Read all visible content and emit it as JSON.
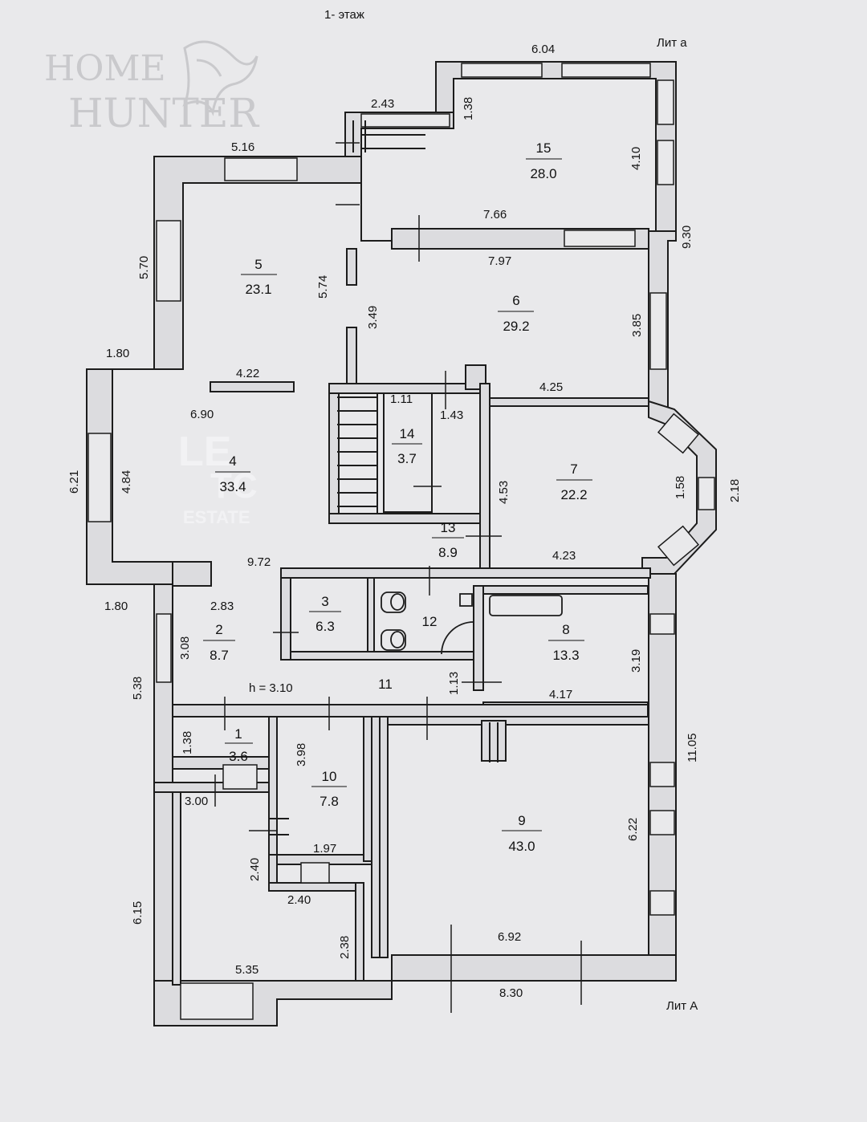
{
  "floor_title": "1- этаж",
  "lit_small": "Лит а",
  "lit_main": "Лит А",
  "height_note": "h = 3.10",
  "watermarks": {
    "home": "HOME",
    "hunter": "HUNTER",
    "le": "LE",
    "tc": "TC",
    "estate": "ESTATE"
  },
  "rooms": [
    {
      "id": "15",
      "num": "15",
      "area": "28.0"
    },
    {
      "id": "5",
      "num": "5",
      "area": "23.1"
    },
    {
      "id": "6",
      "num": "6",
      "area": "29.2"
    },
    {
      "id": "4",
      "num": "4",
      "area": "33.4"
    },
    {
      "id": "14",
      "num": "14",
      "area": "3.7"
    },
    {
      "id": "7",
      "num": "7",
      "area": "22.2"
    },
    {
      "id": "13",
      "num": "13",
      "area": "8.9"
    },
    {
      "id": "3",
      "num": "3",
      "area": "6.3"
    },
    {
      "id": "12",
      "num": "12",
      "area": ""
    },
    {
      "id": "8",
      "num": "8",
      "area": "13.3"
    },
    {
      "id": "2",
      "num": "2",
      "area": "8.7"
    },
    {
      "id": "11",
      "num": "11",
      "area": ""
    },
    {
      "id": "1",
      "num": "1",
      "area": "3.6"
    },
    {
      "id": "10",
      "num": "10",
      "area": "7.8"
    },
    {
      "id": "9",
      "num": "9",
      "area": "43.0"
    }
  ],
  "dimensions": [
    "6.04",
    "1.38",
    "2.43",
    "4.10",
    "9.30",
    "5.16",
    "7.66",
    "7.97",
    "5.70",
    "5.74",
    "3.49",
    "3.85",
    "1.80",
    "4.22",
    "4.25",
    "1.11",
    "1.43",
    "6.90",
    "6.21",
    "4.84",
    "4.53",
    "1.58",
    "2.18",
    "9.72",
    "4.23",
    "1.80",
    "2.83",
    "3.08",
    "3.19",
    "5.38",
    "1.13",
    "4.17",
    "1.38",
    "3.98",
    "11.05",
    "3.00",
    "6.22",
    "1.97",
    "2.40",
    "2.40",
    "6.15",
    "2.38",
    "6.92",
    "5.35",
    "8.30"
  ]
}
